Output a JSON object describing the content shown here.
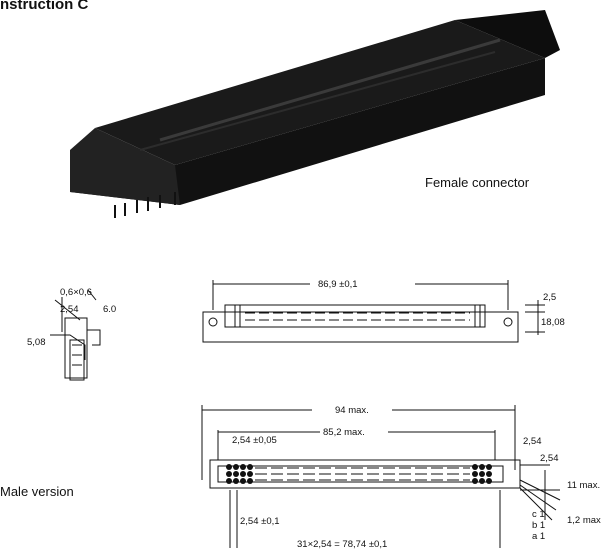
{
  "page": {
    "heading": "nstruction C"
  },
  "captions": {
    "female": "Female connector",
    "male": "Male version"
  },
  "dimensions": {
    "side_pin_size": "0,6×0,6",
    "side_pitch": "2,54",
    "side_length": "6.0",
    "side_offset": "5,08",
    "front_length": "86,9 ±0,1",
    "front_thickness": "2,5",
    "front_height": "18,08",
    "bottom_overall": "94 max.",
    "bottom_inner": "85,2 max.",
    "bottom_pitch_tol": "2,54 ±0,05",
    "bottom_right_1": "2,54",
    "bottom_right_2": "2,54",
    "bottom_height": "11 max.",
    "bottom_pin_tol": "2,54 ±0,1",
    "bottom_row_span": "31×2,54 = 78,74 ±0,1",
    "bottom_thickness": "1,2 max",
    "row_c": "c 1",
    "row_b": "b 1",
    "row_a": "a 1"
  }
}
